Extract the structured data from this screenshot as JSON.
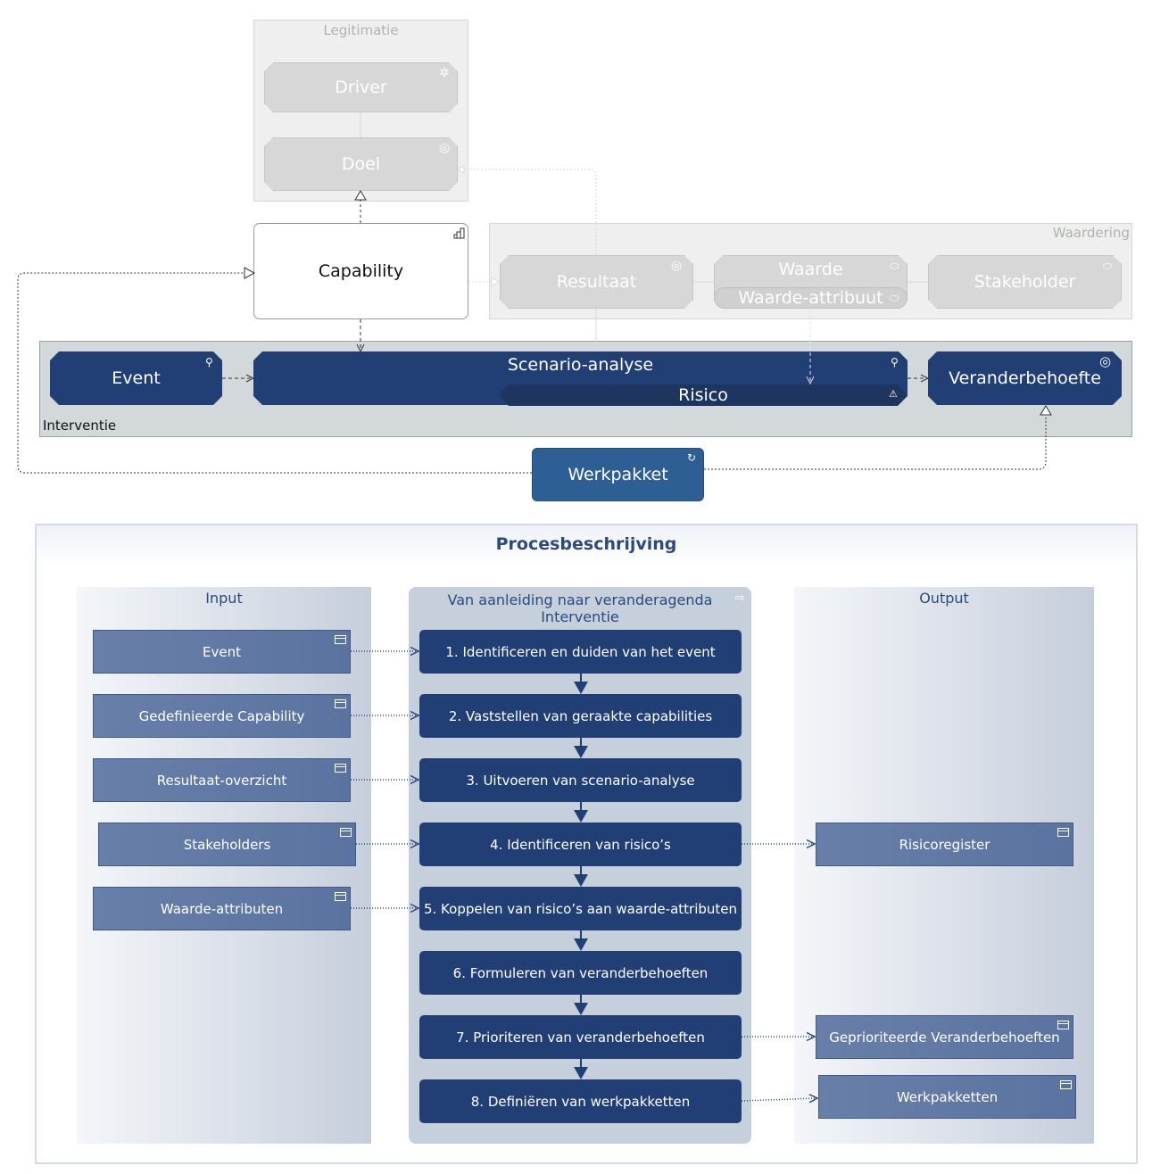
{
  "diagram": {
    "legitimatie": {
      "label": "Legitimatie",
      "driver": "Driver",
      "doel": "Doel"
    },
    "capability": "Capability",
    "waardering": {
      "label": "Waardering",
      "resultaat": "Resultaat",
      "waarde": "Waarde",
      "waarde_attribuut": "Waarde-attribuut",
      "stakeholder": "Stakeholder"
    },
    "interventie": {
      "label": "Interventie",
      "event": "Event",
      "scenario": "Scenario-analyse",
      "risico": "Risico",
      "veranderbehoefte": "Veranderbehoefte"
    },
    "werkpakket": "Werkpakket",
    "icons": [
      "driver-icon",
      "goal-icon",
      "capability-icon",
      "outcome-icon",
      "value-icon",
      "stakeholder-icon",
      "event-icon",
      "assessment-icon",
      "risk-icon",
      "requirement-icon",
      "work-package-icon"
    ]
  },
  "process": {
    "title": "Procesbeschrijving",
    "input_title": "Input",
    "middle_title": "Van aanleiding naar veranderagenda Interventie",
    "output_title": "Output",
    "inputs": [
      "Event",
      "Gedefinieerde Capability",
      "Resultaat-overzicht",
      "Stakeholders",
      "Waarde-attributen"
    ],
    "steps": [
      "1. Identificeren en duiden van het event",
      "2. Vaststellen van geraakte capabilities",
      "3. Uitvoeren van scenario-analyse",
      "4. Identificeren van risico’s",
      "5. Koppelen van risico’s aan waarde-attributen",
      "6. Formuleren van veranderbehoeften",
      "7. Prioriteren van veranderbehoeften",
      "8. Definiëren van werkpakketten"
    ],
    "outputs": [
      "Risicoregister",
      "Geprioriteerde Veranderbehoeften",
      "Werkpakketten"
    ],
    "colors": {
      "navy": "#213f75",
      "io_box": "#5f77a2",
      "lane": "#c6cfdc"
    }
  }
}
